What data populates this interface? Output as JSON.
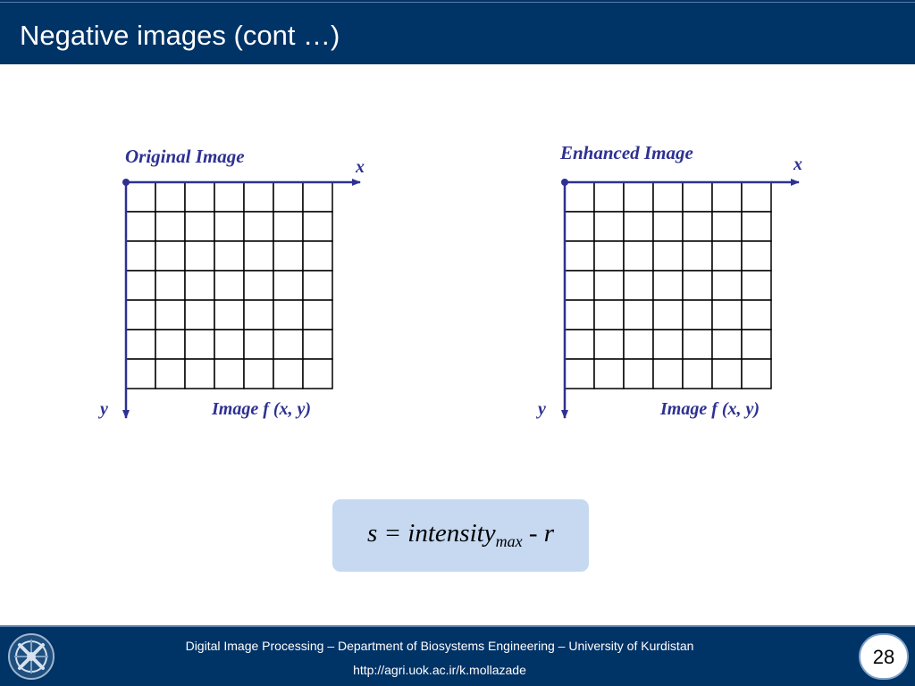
{
  "slide": {
    "title": "Negative images (cont …)"
  },
  "diagrams": [
    {
      "heading": "Original Image",
      "x_label": "x",
      "y_label": "y",
      "caption": "Image f (x, y)",
      "rows": 7,
      "cols": 7
    },
    {
      "heading": "Enhanced Image",
      "x_label": "x",
      "y_label": "y",
      "caption": "Image f (x, y)",
      "rows": 7,
      "cols": 7
    }
  ],
  "formula": {
    "main": "s = intensity",
    "subscript": "max",
    "tail": " - r"
  },
  "footer": {
    "line1": "Digital Image Processing – Department of Biosystems Engineering – University of Kurdistan",
    "line2": "http://agri.uok.ac.ir/k.mollazade",
    "page_number": "28"
  },
  "colors": {
    "header_bg": "#003366",
    "axis": "#2e3192",
    "formula_bg": "#c6d9f1"
  }
}
